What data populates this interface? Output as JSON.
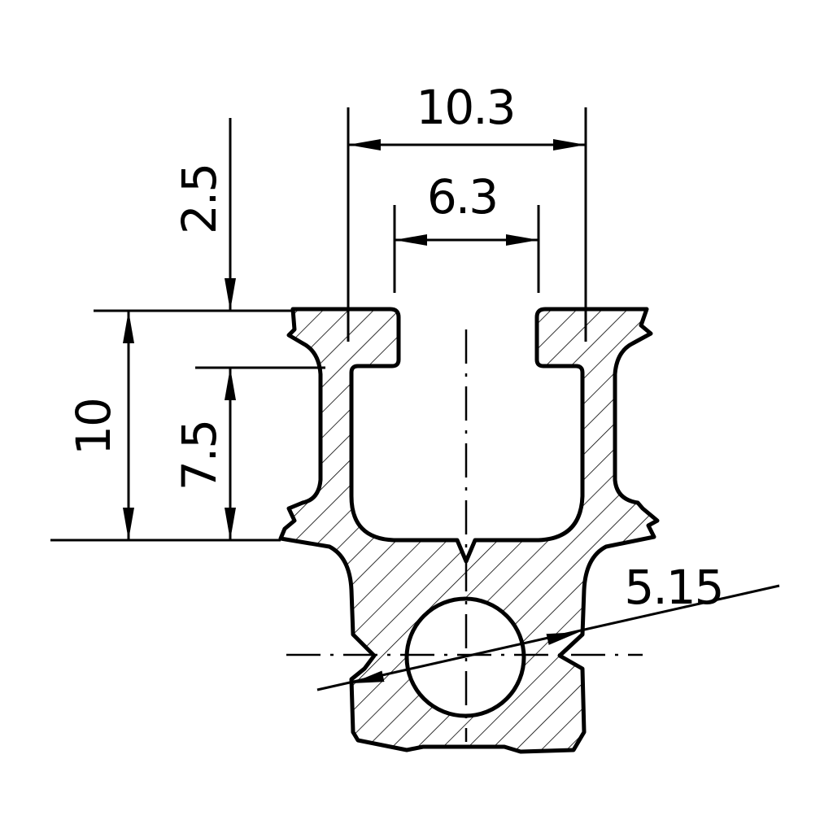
{
  "drawing": {
    "colors": {
      "line": "#000000",
      "background": "#ffffff"
    },
    "dimensions": {
      "outer_slot_width": "10.3",
      "inner_slot_width": "6.3",
      "top_offset": "2.5",
      "slot_depth": "7.5",
      "total_height": "10",
      "hole_diameter": "5.15"
    }
  }
}
